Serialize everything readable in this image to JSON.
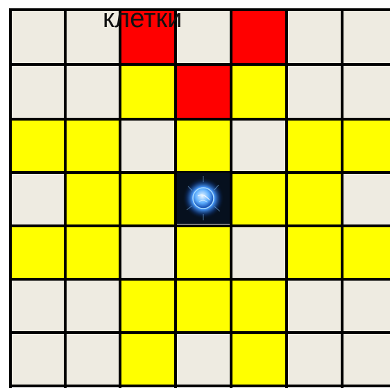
{
  "board": {
    "caption": "клетки",
    "colors": {
      "empty": "#eeebe1",
      "move": "#ffff00",
      "blocked": "#ff0000",
      "piece_bg": "#06101e",
      "grid": "#000000"
    },
    "cells": [
      [
        "empty",
        "empty",
        "blocked",
        "empty",
        "blocked",
        "empty",
        "empty"
      ],
      [
        "empty",
        "empty",
        "move",
        "blocked",
        "move",
        "empty",
        "empty"
      ],
      [
        "move",
        "move",
        "empty",
        "move",
        "empty",
        "move",
        "move"
      ],
      [
        "empty",
        "move",
        "move",
        "piece",
        "move",
        "move",
        "empty"
      ],
      [
        "move",
        "move",
        "empty",
        "move",
        "empty",
        "move",
        "move"
      ],
      [
        "empty",
        "empty",
        "move",
        "move",
        "move",
        "empty",
        "empty"
      ],
      [
        "empty",
        "empty",
        "move",
        "empty",
        "move",
        "empty",
        "empty"
      ]
    ],
    "piece": {
      "icon": "energy-orb-icon"
    }
  }
}
